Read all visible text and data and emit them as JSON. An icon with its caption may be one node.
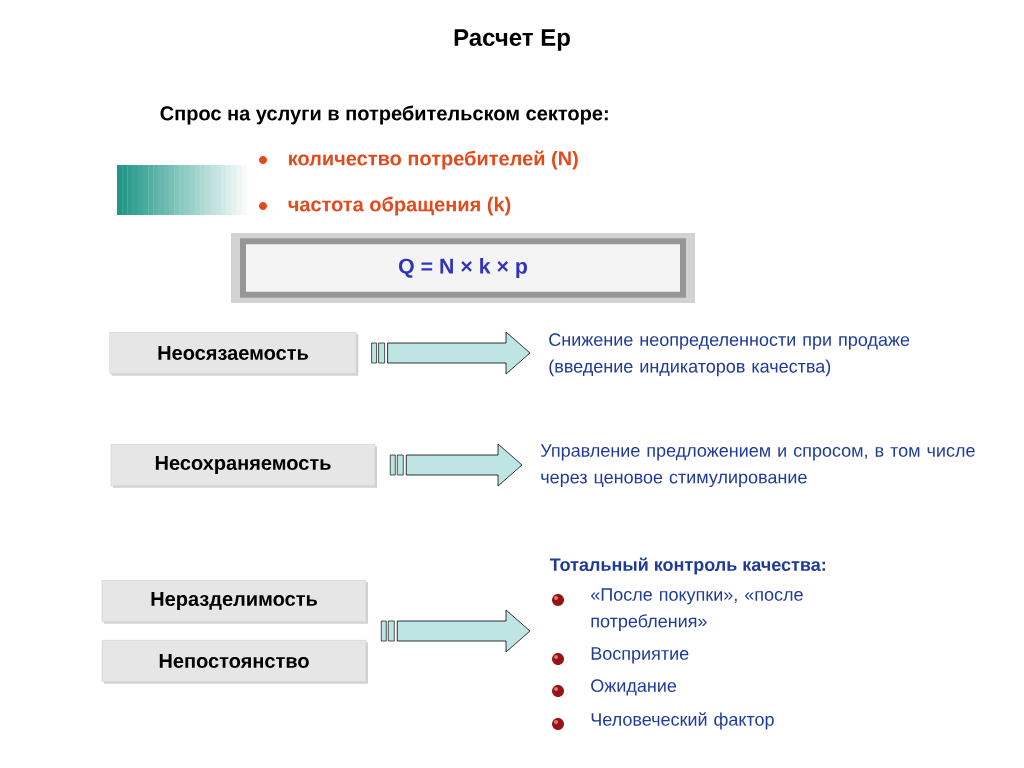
{
  "diagram": {
    "title": "Расчет Ер",
    "nodes": [
      {
        "text": [
          "Q = N × k × p"
        ]
      },
      {
        "text": [
          "Неосязаемость"
        ]
      },
      {
        "text": [
          "Снижение неопределенности при продаже (введение индикаторов качества)"
        ]
      },
      {
        "text": [
          "Несохраняемость"
        ]
      },
      {
        "text": [
          "Управление предложением и спросом, в том числе через ценовое стимулирование"
        ]
      },
      {
        "text": [
          "Неразделимость"
        ]
      },
      {
        "text": [
          "Непостоянство"
        ]
      },
      {
        "text": [
          "Тотальный контроль качества:",
          "«После покупки», «после потребления»",
          "Восприятие",
          "Ожидание",
          "Человеческий фактор"
        ]
      }
    ],
    "edges": [
      {
        "from": 1,
        "to": 2,
        "arrow": "to"
      },
      {
        "from": 3,
        "to": 4,
        "arrow": "to"
      },
      {
        "from": 5,
        "to": 7,
        "arrow": "to"
      },
      {
        "from": 6,
        "to": 7,
        "arrow": "to"
      }
    ],
    "labels": [
      "Спрос на услуги в потребительском секторе:",
      "количество потребителей (N)",
      "частота обращения (k)"
    ]
  }
}
